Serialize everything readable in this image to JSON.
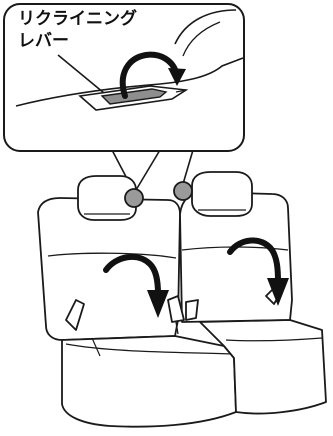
{
  "callout": {
    "label_line1": "リクライニング",
    "label_line2": "レバー"
  },
  "colors": {
    "stroke": "#1a1a1a",
    "seat_fill": "#ffffff",
    "highlight_fill": "#9a9a9a",
    "arrow_fill": "#111111"
  },
  "icons": {
    "recline_arrow": "curved-arrow-down-right",
    "lever_arrow": "curved-arrow-up-over"
  }
}
